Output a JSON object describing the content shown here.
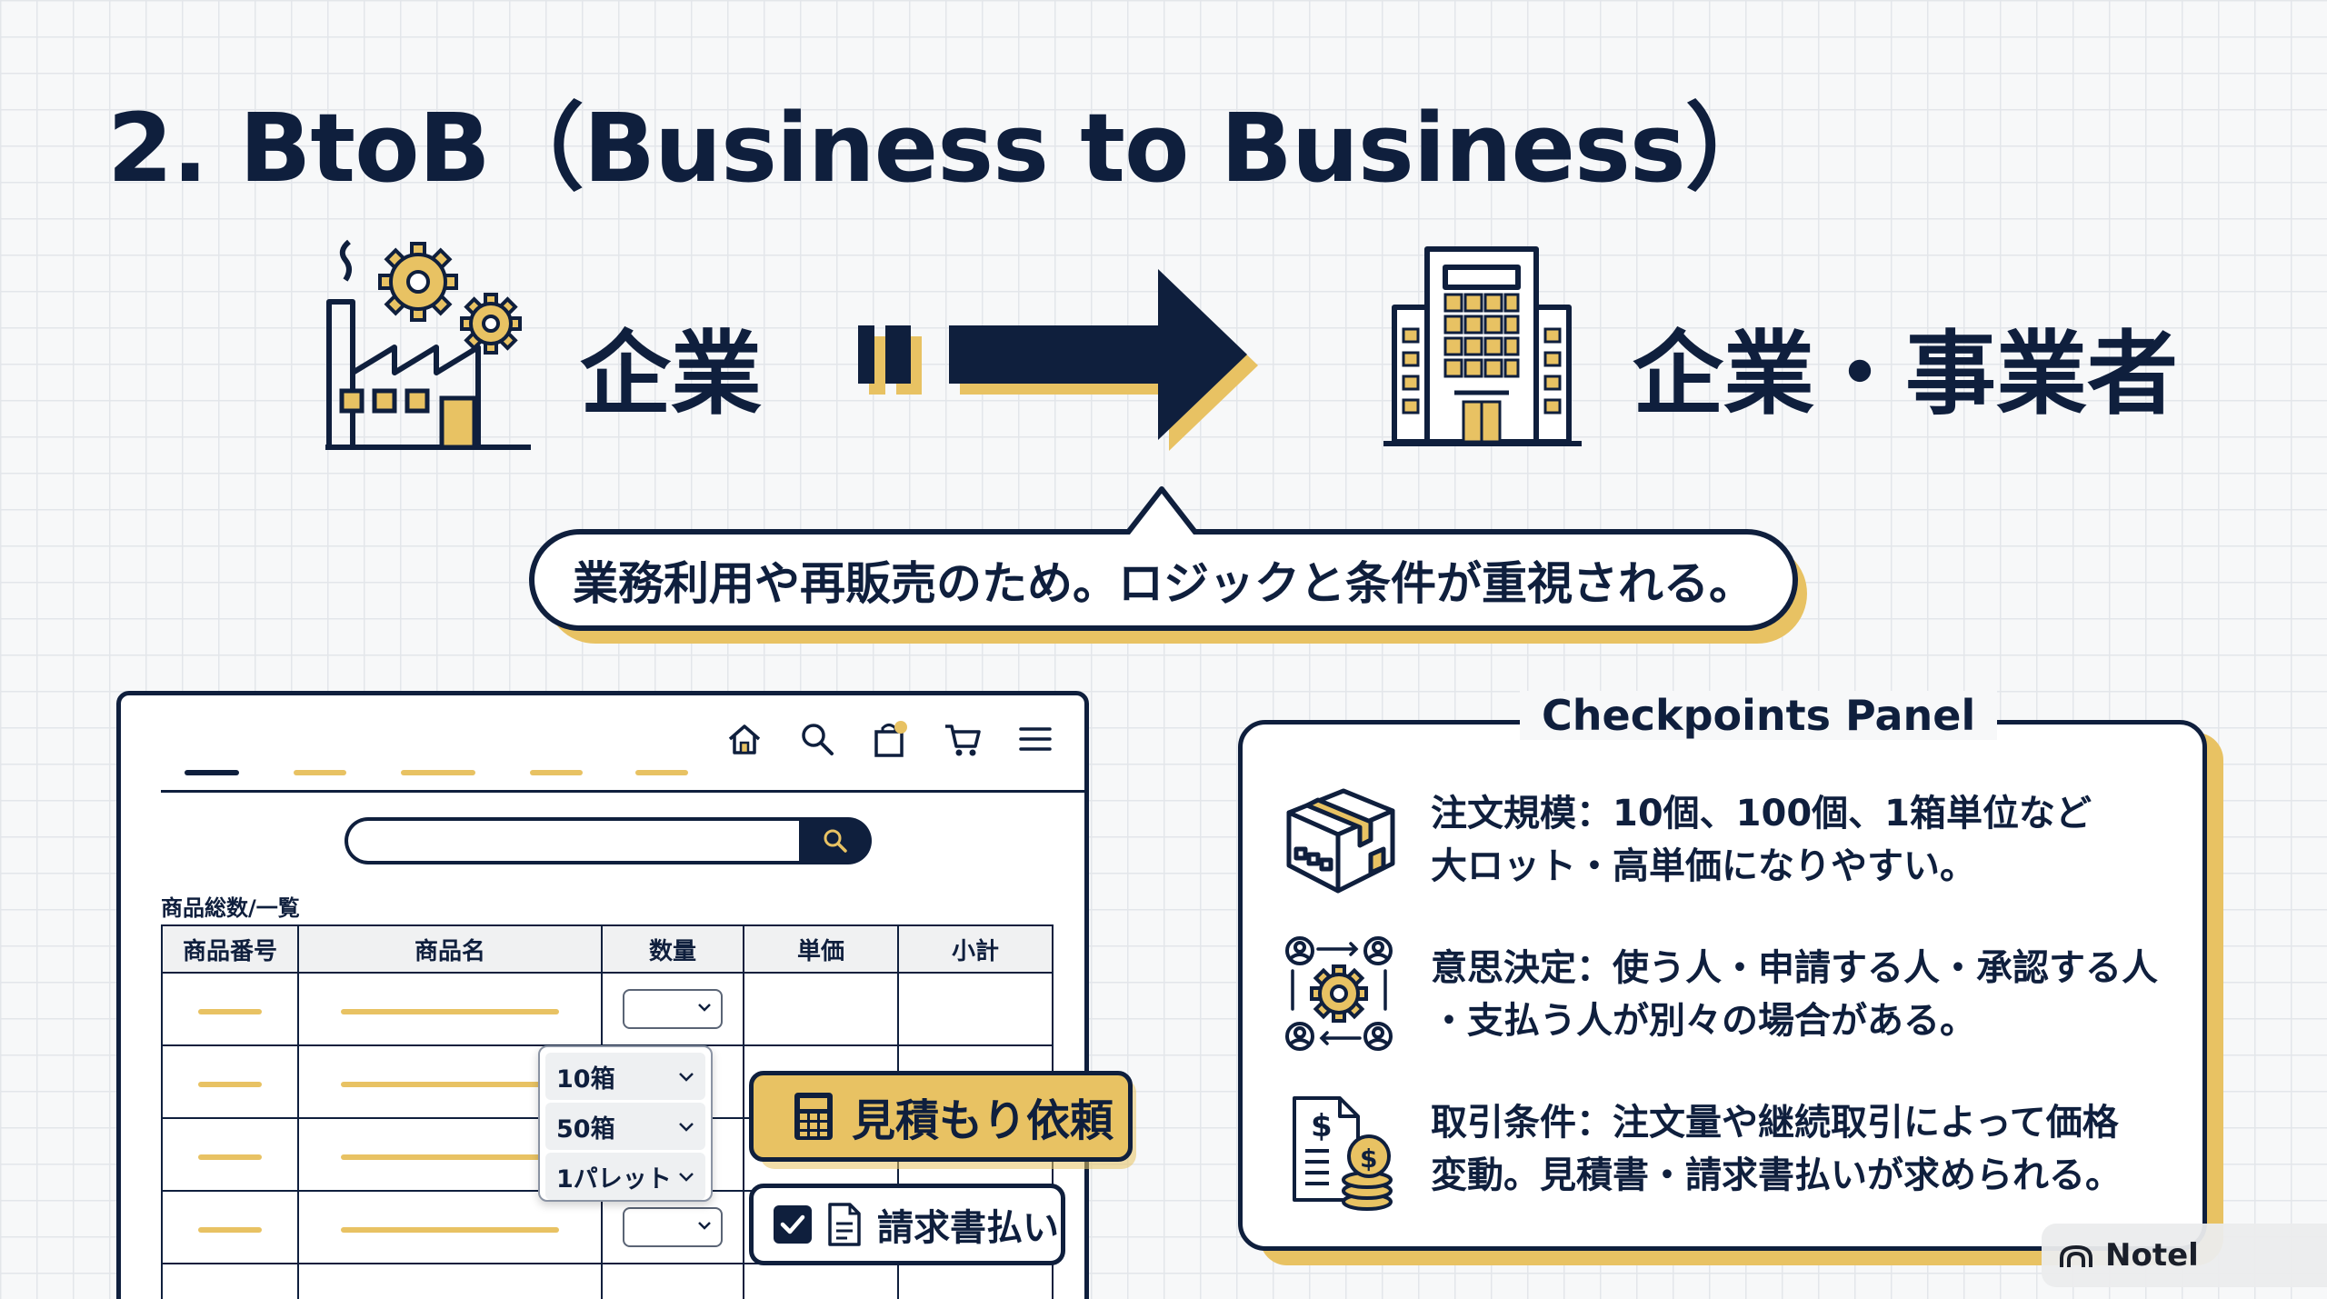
{
  "title": "2. BtoB（Business to Business）",
  "flow": {
    "from_label": "企業",
    "to_label": "企業・事業者",
    "note": "業務利用や再販売のため。ロジックと条件が重視される。"
  },
  "store": {
    "list_heading": "商品総数/一覧",
    "columns": [
      "商品番号",
      "商品名",
      "数量",
      "単価",
      "小計"
    ],
    "dropdown_options": [
      "10箱",
      "50箱",
      "1パレット"
    ],
    "quote_button": "見積もり依頼",
    "invoice_option": "請求書払い",
    "invoice_checked": true,
    "nav_icons": [
      "home-icon",
      "search-icon",
      "bag-icon",
      "cart-icon",
      "menu-icon"
    ]
  },
  "panel": {
    "title": "Checkpoints Panel",
    "items": [
      {
        "icon": "box-icon",
        "line1": "注文規模：10個、100個、1箱単位など",
        "line2": "大ロット・高単価になりやすい。"
      },
      {
        "icon": "people-gear-icon",
        "line1": "意思決定：使う人・申請する人・承認する人",
        "line2": "・支払う人が別々の場合がある。"
      },
      {
        "icon": "invoice-coins-icon",
        "line1": "取引条件：注文量や継続取引によって価格",
        "line2": "変動。見積書・請求書払いが求められる。"
      }
    ]
  },
  "watermark": "Notel",
  "colors": {
    "navy": "#0f1f3d",
    "accent": "#e8c263"
  }
}
